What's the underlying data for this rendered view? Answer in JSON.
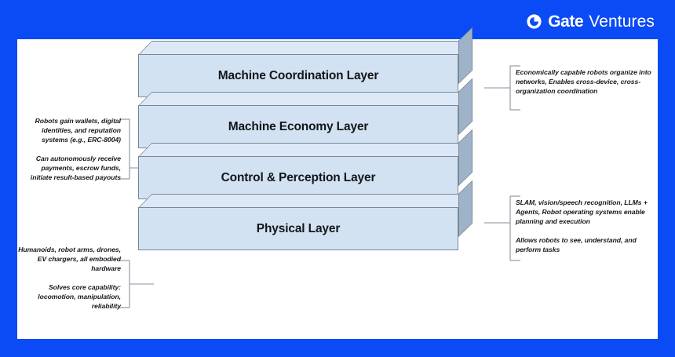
{
  "brand": {
    "mark_icon": "gate-circle-logo-icon",
    "name": "Gate",
    "suffix": "Ventures"
  },
  "diagram": {
    "layers": [
      {
        "label": "Machine Coordination Layer"
      },
      {
        "label": "Machine Economy Layer"
      },
      {
        "label": "Control & Perception Layer"
      },
      {
        "label": "Physical Layer"
      }
    ],
    "annotations": {
      "left_upper": [
        "Robots gain wallets, digital identities, and reputation systems (e.g., ERC-8004)",
        "Can autonomously receive payments, escrow funds, initiate result-based payouts"
      ],
      "left_lower": [
        "Humanoids, robot arms, drones, EV chargers, all embodied hardware",
        "Solves core capability: locomotion, manipulation, reliability"
      ],
      "right_upper": [
        "Economically capable robots organize into networks, Enables cross-device, cross-organization coordination"
      ],
      "right_lower": [
        "SLAM, vision/speech recognition, LLMs + Agents, Robot operating systems enable planning and execution",
        "Allows robots to see, understand, and perform tasks"
      ]
    }
  },
  "colors": {
    "background": "#0a4bf5",
    "card": "#ffffff",
    "block_face": "#d3e2f2",
    "block_top": "#dce8f5",
    "block_side": "#9fb3c8",
    "block_stroke": "#7a8796",
    "text": "#14171b",
    "connector": "#8a9099"
  }
}
